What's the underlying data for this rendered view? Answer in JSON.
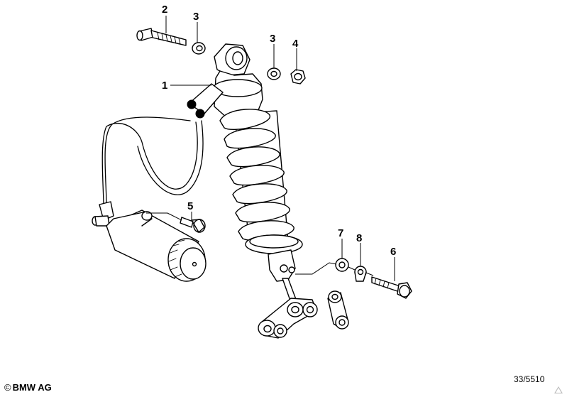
{
  "callouts": {
    "c1": "1",
    "c2": "2",
    "c3a": "3",
    "c3b": "3",
    "c4": "4",
    "c5": "5",
    "c6": "6",
    "c7": "7",
    "c8": "8"
  },
  "footer": {
    "copyright_symbol": "©",
    "copyright_text": "BMW AG",
    "drawing_number": "33/5510"
  }
}
